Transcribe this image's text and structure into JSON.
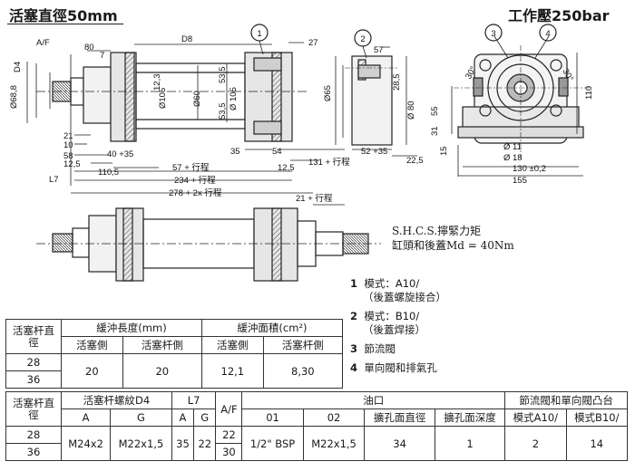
{
  "header": {
    "piston_title": "活塞直徑50mm",
    "pressure_title": "工作壓250bar"
  },
  "callouts": [
    "1",
    "2",
    "3",
    "4"
  ],
  "dims": {
    "af": "A/F",
    "d4": "D4",
    "phi68": "Ø68,8",
    "d80": "80",
    "d7": "7",
    "d8": "D8",
    "d27": "27",
    "phi105": "Ø105",
    "d123": "12,3",
    "phi60": "Ø60",
    "d535a": "53,5",
    "d535b": "53,5",
    "phi105b": "Ø 105",
    "d21": "21",
    "d10": "10",
    "d58": "58",
    "d40_35": "40 +35",
    "d125a": "12,5",
    "d1105": "110,5",
    "d57s": "57 + 行程",
    "d125b": "12,5",
    "d234s": "234 + 行程",
    "d278s": "278 + 2x 行程",
    "l7": "L7",
    "d35": "35",
    "d54": "54",
    "d131s": "131 + 行程",
    "d21s": "21 + 行程",
    "d57": "57",
    "phi65": "Ø65",
    "d285": "28,5",
    "phi80": "Ø 80",
    "d52_35": "52 +35",
    "d225": "22,5",
    "d30a": "30°",
    "d30b": "30°",
    "d55": "55",
    "d31": "31",
    "d15": "15",
    "d110": "110",
    "phi11": "Ø 11",
    "phi18": "Ø 18",
    "d130": "130 ±0,2",
    "d155": "155"
  },
  "torque_note": {
    "line1": "S.H.C.S.擰緊力矩",
    "line2": "缸頭和後蓋Md = 40Nm"
  },
  "legend": [
    {
      "num": "1",
      "text": "模式：A10/",
      "sub": "（後蓋螺旋接合）"
    },
    {
      "num": "2",
      "text": "模式：B10/",
      "sub": "（後蓋焊接）"
    },
    {
      "num": "3",
      "text": "節流閥",
      "sub": ""
    },
    {
      "num": "4",
      "text": "單向閥和排氣孔",
      "sub": ""
    }
  ],
  "table1": {
    "col_rod": "活塞杆直徑",
    "col_cushion_len": "緩沖長度(mm)",
    "col_cushion_area": "緩沖面積(cm²)",
    "piston_side": "活塞側",
    "rod_side": "活塞杆側",
    "rows": [
      {
        "d": "28"
      },
      {
        "d": "36"
      }
    ],
    "values": {
      "len_piston": "20",
      "len_rod": "20",
      "area_piston": "12,1",
      "area_rod": "8,30"
    }
  },
  "table2": {
    "col_rod": "活塞杆直徑",
    "col_thread": "活塞杆螺紋D4",
    "col_l7": "L7",
    "col_af": "A/F",
    "col_port": "油口",
    "col_boss": "節流閥和單向閥凸台",
    "a": "A",
    "g": "G",
    "p01": "01",
    "p02": "02",
    "bore_d": "擴孔面直徑",
    "bore_depth": "擴孔面深度",
    "mode_a": "模式A10/",
    "mode_b": "模式B10/",
    "rows": [
      {
        "d": "28",
        "af": "22"
      },
      {
        "d": "36",
        "af": "30"
      }
    ],
    "values": {
      "thread_a": "M24x2",
      "thread_g": "M22x1,5",
      "l7_a": "35",
      "l7_g": "22",
      "p01": "1/2\" BSP",
      "p02": "M22x1,5",
      "bore_d": "34",
      "bore_depth": "1",
      "boss_a": "2",
      "boss_b": "14"
    }
  }
}
